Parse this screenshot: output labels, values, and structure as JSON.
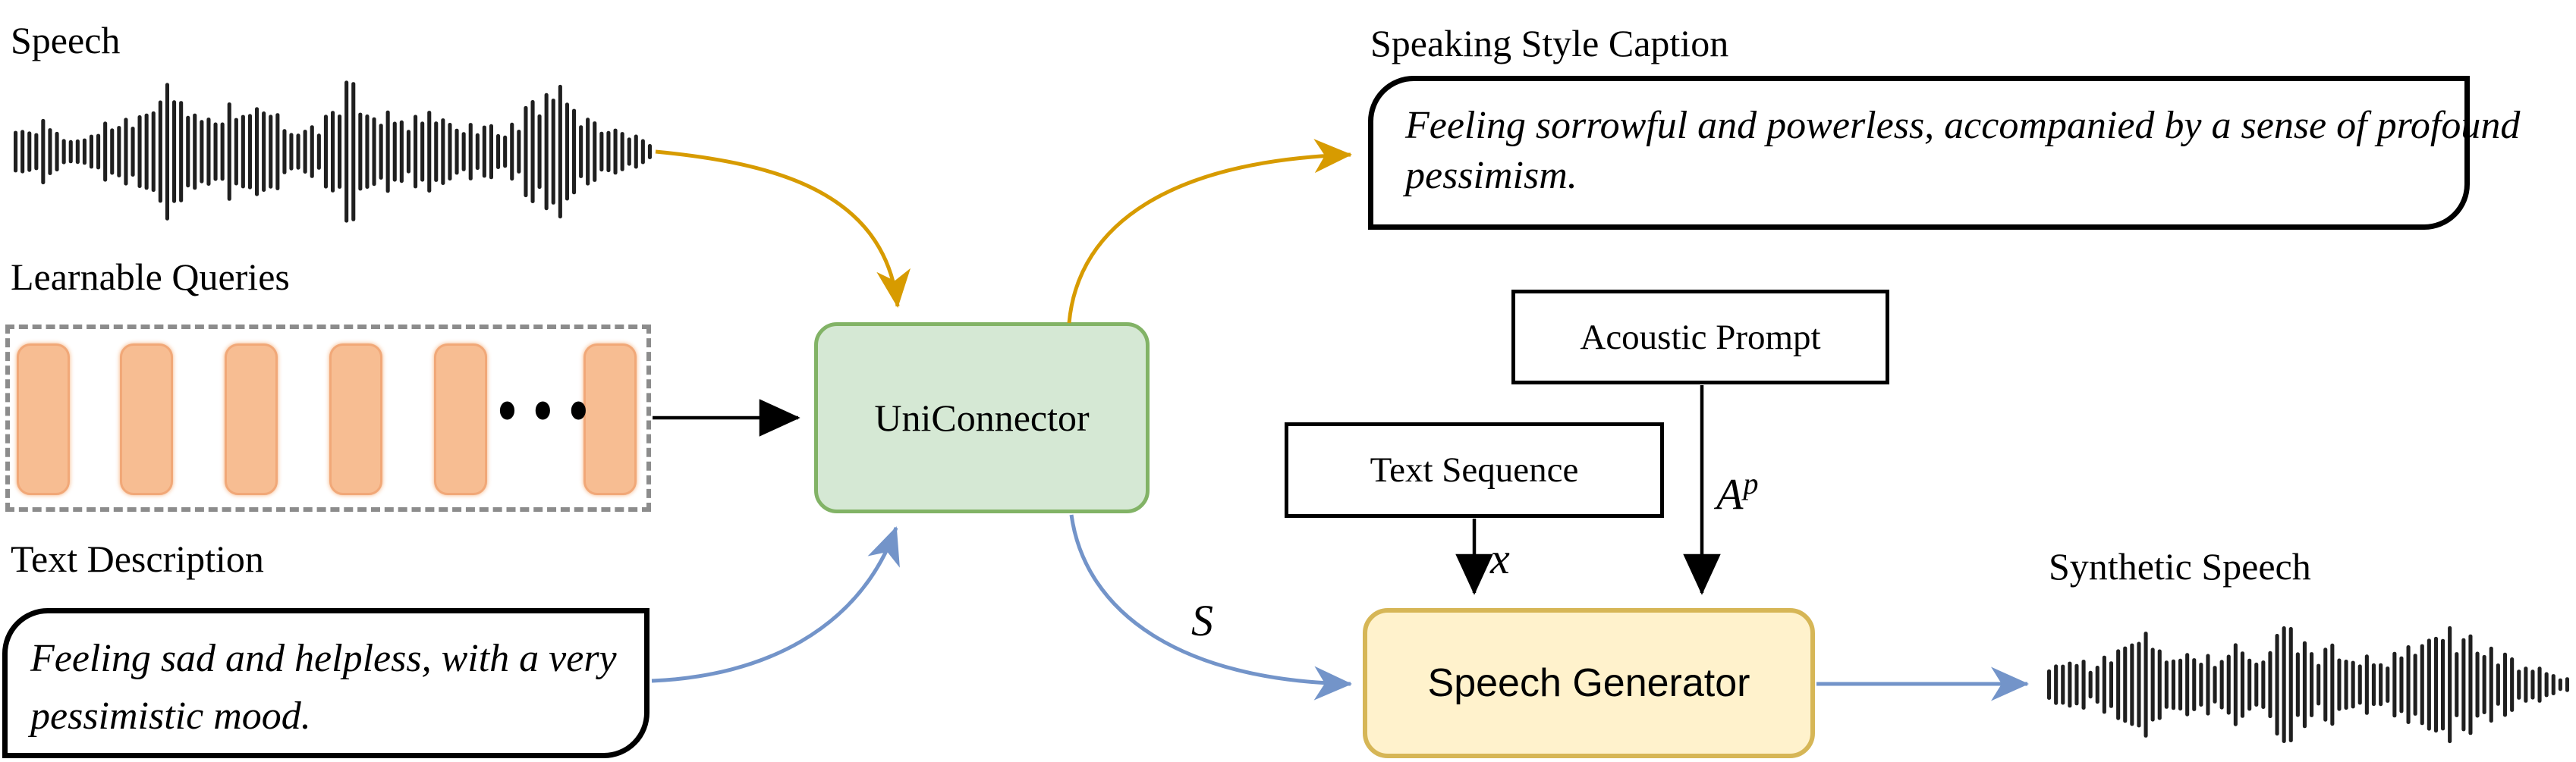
{
  "diagram": {
    "speech": {
      "label": "Speech"
    },
    "learnable_queries": {
      "label": "Learnable Queries",
      "tokens_shown": 6,
      "ellipsis": "•••"
    },
    "text_description": {
      "label": "Text Description",
      "lines": [
        "Feeling sad and helpless, with a very",
        "pessimistic mood."
      ]
    },
    "uniconnector": {
      "label": "UniConnector",
      "fill": "#d5e8d4",
      "border": "#82b366"
    },
    "speaking_style_caption": {
      "label": "Speaking Style Caption",
      "lines": [
        "Feeling sorrowful and powerless, accompanied by a sense of profound",
        "pessimism."
      ]
    },
    "acoustic_prompt": {
      "label": "Acoustic Prompt"
    },
    "text_sequence": {
      "label": "Text Sequence"
    },
    "speech_generator": {
      "label": "Speech Generator",
      "fill": "#fff2cc",
      "border": "#d6b656"
    },
    "synthetic_speech": {
      "label": "Synthetic Speech"
    },
    "math_labels": {
      "s": "S",
      "x": "x",
      "a_base": "A",
      "a_sup": "p"
    },
    "colors": {
      "speech_flow_arrow": "#d79b00",
      "text_flow_arrow": "#7394c9",
      "black_arrow": "#000000",
      "query_token_fill": "#f7bd92",
      "waveform_bar": "#1f1f1f"
    },
    "waveforms": {
      "speech": {
        "bars": 93
      },
      "synthetic": {
        "bars": 76
      }
    }
  }
}
